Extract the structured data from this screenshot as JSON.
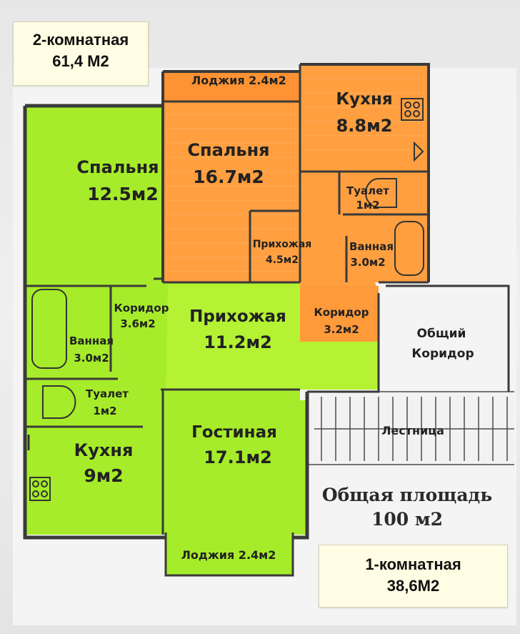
{
  "boxes": {
    "top": {
      "type": "2-комнатная",
      "area": "61,4 М2"
    },
    "bottom": {
      "type": "1-комнатная",
      "area": "38,6М2"
    }
  },
  "total": {
    "title": "Общая площадь",
    "value": "100 м2"
  },
  "rooms": {
    "loggia_top": "Лоджия 2.4м2",
    "kitchen_1_title": "Кухня",
    "kitchen_1_area": "8.8м2",
    "bedroom_1_title": "Спальня",
    "bedroom_1_area": "16.7м2",
    "bedroom_2_title": "Спальня",
    "bedroom_2_area": "12.5м2",
    "toilet_1_title": "Туалет",
    "toilet_1_area": "1м2",
    "hallway_1_title": "Прихожая",
    "hallway_1_area": "4.5м2",
    "bath_1_title": "Ванная",
    "bath_1_area": "3.0м2",
    "corridor_2_title": "Коридор",
    "corridor_2_area": "3.6м2",
    "hallway_2_title": "Прихожая",
    "hallway_2_area": "11.2м2",
    "corridor_1_title": "Коридор",
    "corridor_1_area": "3.2м2",
    "common_corridor_title": "Общий",
    "common_corridor_title_2": "Коридор",
    "bath_2_title": "Ванная",
    "bath_2_area": "3.0м2",
    "toilet_2_title": "Туалет",
    "toilet_2_area": "1м2",
    "living_title": "Гостиная",
    "living_area": "17.1м2",
    "stairs_title": "Лестница",
    "kitchen_2_title": "Кухня",
    "kitchen_2_area": "9м2",
    "loggia_bottom": "Лоджия 2.4м2"
  },
  "colors": {
    "apartment_2_fill": "#a6ec2a",
    "apartment_1_fill": "#ff9f40",
    "info_box_bg": "#fffde3"
  }
}
